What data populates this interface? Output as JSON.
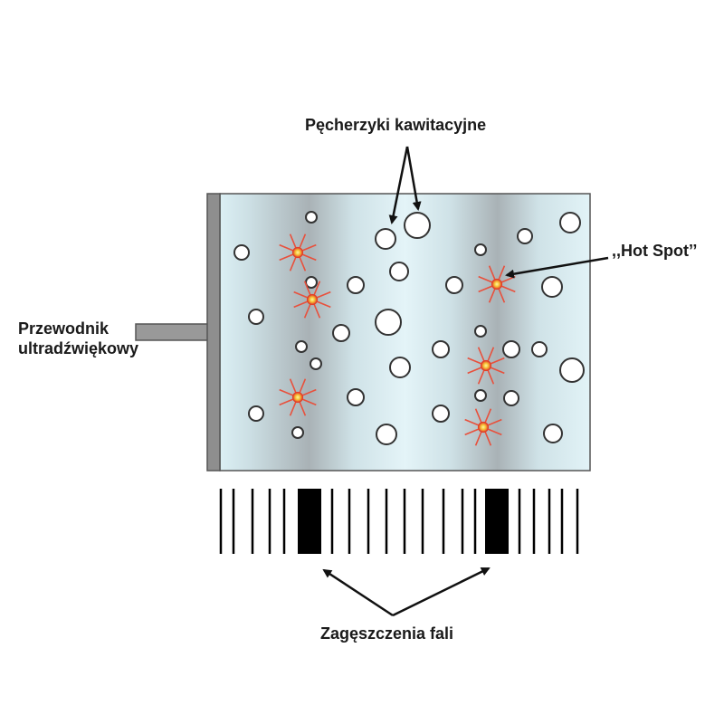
{
  "labels": {
    "bubbles": "Pęcherzyki kawitacyjne",
    "hot_spot": ",,Hot Spot’’",
    "transducer_line1": "Przewodnik",
    "transducer_line2": "ultradźwiękowy",
    "compressions": "Zagęszczenia fali"
  },
  "colors": {
    "liquid_light": "#dcf0f5",
    "liquid_dense": "#a9b2b6",
    "wall": "#8e8e8e",
    "bubble_stroke": "#333333",
    "spark": "#e8503c",
    "hot_core": "#f7c93a",
    "hot_ring": "#e0402a",
    "ink": "#1a1a1a"
  }
}
